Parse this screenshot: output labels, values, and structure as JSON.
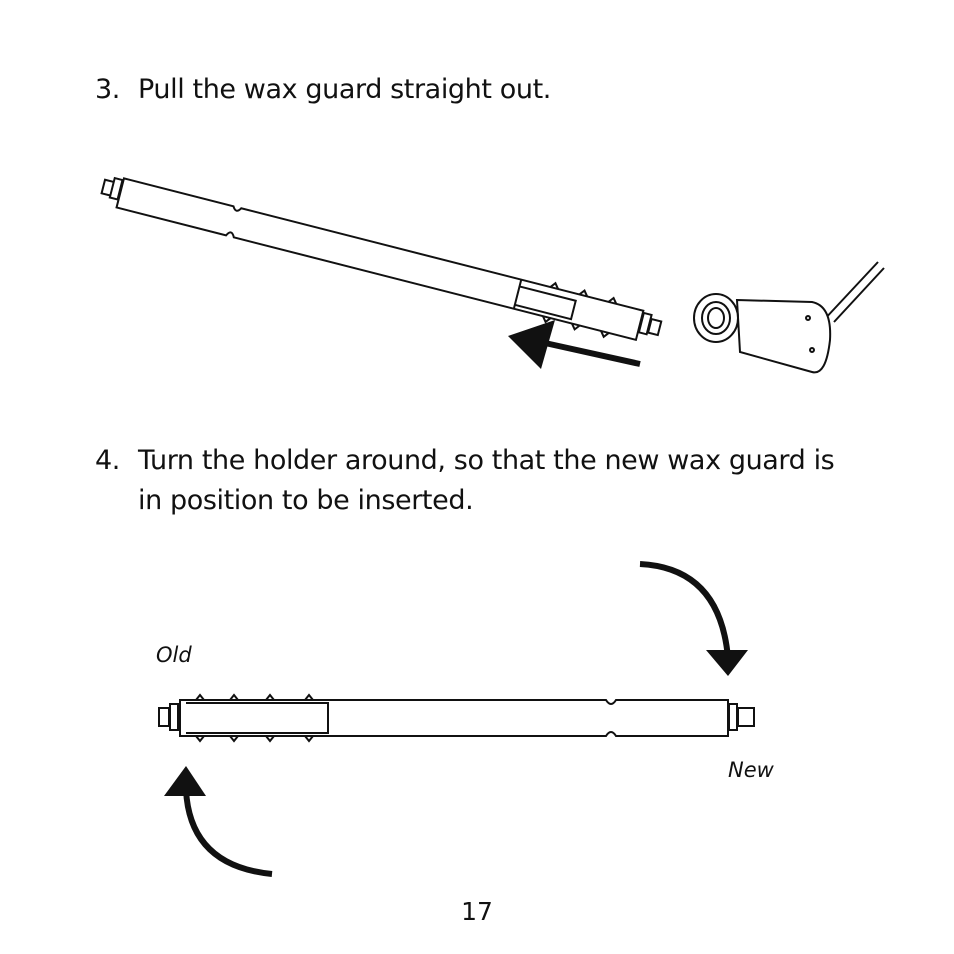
{
  "steps": [
    {
      "number": "3.",
      "text": "Pull the wax guard straight out."
    },
    {
      "number": "4.",
      "text": "Turn the holder around, so that the new wax guard is in position to be inserted."
    }
  ],
  "labels": {
    "old": "Old",
    "new": "New"
  },
  "page_number": "17",
  "icons": [
    "wax-guard-holder",
    "hearing-aid-receiver",
    "pull-arrow",
    "rotate-arrow"
  ]
}
